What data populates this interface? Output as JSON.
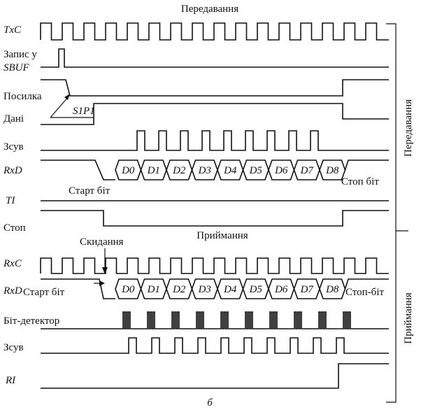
{
  "section_titles": {
    "transmit": "Передавання",
    "receive": "Приймання",
    "side_transmit": "Передавання",
    "side_receive": "Приймання"
  },
  "caption": "б",
  "labels": {
    "txc": "TxC",
    "sbuf_write_1": "Запис у",
    "sbuf_write_2": "SBUF",
    "send": "Посилка",
    "data": "Дані",
    "s1p1": "S1P1",
    "shift_t": "Зсув",
    "rxd_t": "RxD",
    "start_bit_t": "Старт біт",
    "stop_bit_t": "Стоп біт",
    "ti": "TI",
    "stop": "Стоп",
    "reset": "Скидання",
    "rxc": "RxC",
    "rxd_r": "RxD",
    "start_bit_r": "Старт біт",
    "stop_bit_r": "Стоп-біт",
    "bit_detector": "Біт-детектор",
    "shift_r": "Зсув",
    "ri": "RI"
  },
  "data_bits": [
    "D0",
    "D1",
    "D2",
    "D3",
    "D4",
    "D5",
    "D6",
    "D7",
    "D8"
  ],
  "signals": {
    "txc_pulses": 16,
    "tx_shift_pulses": 9,
    "rx_shift_pulses": 10,
    "rxc_pulses": 16,
    "bit_detector_bursts": 10,
    "bit_detector_ticks_per_burst": 3
  }
}
